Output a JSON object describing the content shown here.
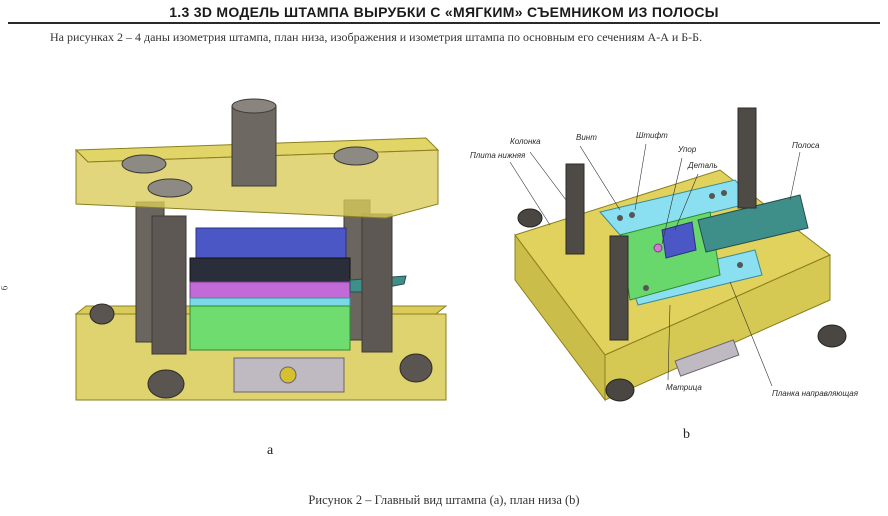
{
  "header": {
    "title": "1.3 3D МОДЕЛЬ ШТАМПА ВЫРУБКИ С «МЯГКИМ» СЪЕМНИКОМ ИЗ ПОЛОСЫ"
  },
  "intro": "На рисунках 2 – 4 даны изометрия штампа, план низа, изображения и изометрия штампа по основным его сечениям А-А и Б-Б.",
  "side_page_number": "6",
  "figure": {
    "label_a": "a",
    "label_b": "b",
    "caption": "Рисунок 2 – Главный вид штампа (а), план низа (b)",
    "callouts": {
      "kolonka": "Колонка",
      "plita": "Плита нижняя",
      "vint": "Винт",
      "shtift": "Штифт",
      "upor": "Упор",
      "detal": "Деталь",
      "polosa": "Полоса",
      "matrica": "Матрица",
      "planka": "Планка направляющая"
    }
  }
}
